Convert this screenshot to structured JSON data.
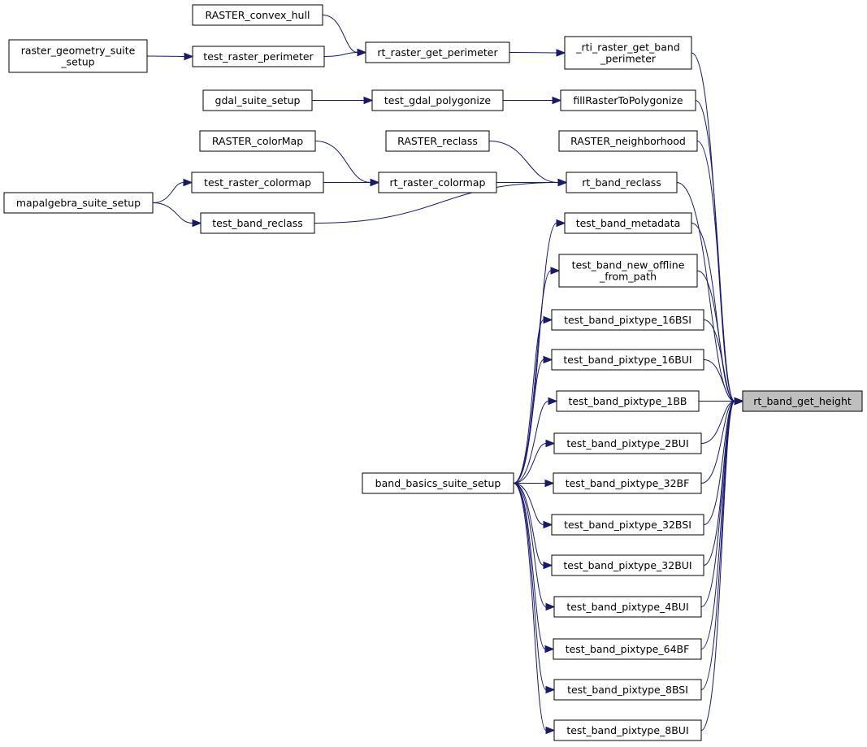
{
  "colors": {
    "edge": "#191970",
    "focus_fill": "#bfbfbf",
    "node_fill": "#ffffff",
    "node_stroke": "#000000"
  },
  "nodes": [
    {
      "id": "rt_band_get_height",
      "lines": [
        "rt_band_get_height"
      ]
    },
    {
      "id": "rti_raster_get_band_perimeter",
      "lines": [
        "_rti_raster_get_band",
        "_perimeter"
      ]
    },
    {
      "id": "fillRasterToPolygonize",
      "lines": [
        "fillRasterToPolygonize"
      ]
    },
    {
      "id": "RASTER_neighborhood",
      "lines": [
        "RASTER_neighborhood"
      ]
    },
    {
      "id": "rt_band_reclass",
      "lines": [
        "rt_band_reclass"
      ]
    },
    {
      "id": "test_band_metadata",
      "lines": [
        "test_band_metadata"
      ]
    },
    {
      "id": "test_band_new_offline_from_path",
      "lines": [
        "test_band_new_offline",
        "_from_path"
      ]
    },
    {
      "id": "test_band_pixtype_16BSI",
      "lines": [
        "test_band_pixtype_16BSI"
      ]
    },
    {
      "id": "test_band_pixtype_16BUI",
      "lines": [
        "test_band_pixtype_16BUI"
      ]
    },
    {
      "id": "test_band_pixtype_1BB",
      "lines": [
        "test_band_pixtype_1BB"
      ]
    },
    {
      "id": "test_band_pixtype_2BUI",
      "lines": [
        "test_band_pixtype_2BUI"
      ]
    },
    {
      "id": "test_band_pixtype_32BF",
      "lines": [
        "test_band_pixtype_32BF"
      ]
    },
    {
      "id": "test_band_pixtype_32BSI",
      "lines": [
        "test_band_pixtype_32BSI"
      ]
    },
    {
      "id": "test_band_pixtype_32BUI",
      "lines": [
        "test_band_pixtype_32BUI"
      ]
    },
    {
      "id": "test_band_pixtype_4BUI",
      "lines": [
        "test_band_pixtype_4BUI"
      ]
    },
    {
      "id": "test_band_pixtype_64BF",
      "lines": [
        "test_band_pixtype_64BF"
      ]
    },
    {
      "id": "test_band_pixtype_8BSI",
      "lines": [
        "test_band_pixtype_8BSI"
      ]
    },
    {
      "id": "test_band_pixtype_8BUI",
      "lines": [
        "test_band_pixtype_8BUI"
      ]
    },
    {
      "id": "rt_raster_get_perimeter",
      "lines": [
        "rt_raster_get_perimeter"
      ]
    },
    {
      "id": "test_gdal_polygonize",
      "lines": [
        "test_gdal_polygonize"
      ]
    },
    {
      "id": "RASTER_reclass",
      "lines": [
        "RASTER_reclass"
      ]
    },
    {
      "id": "rt_raster_colormap",
      "lines": [
        "rt_raster_colormap"
      ]
    },
    {
      "id": "test_band_reclass",
      "lines": [
        "test_band_reclass"
      ]
    },
    {
      "id": "band_basics_suite_setup",
      "lines": [
        "band_basics_suite_setup"
      ]
    },
    {
      "id": "RASTER_convex_hull",
      "lines": [
        "RASTER_convex_hull"
      ]
    },
    {
      "id": "test_raster_perimeter",
      "lines": [
        "test_raster_perimeter"
      ]
    },
    {
      "id": "gdal_suite_setup",
      "lines": [
        "gdal_suite_setup"
      ]
    },
    {
      "id": "RASTER_colorMap",
      "lines": [
        "RASTER_colorMap"
      ]
    },
    {
      "id": "test_raster_colormap",
      "lines": [
        "test_raster_colormap"
      ]
    },
    {
      "id": "raster_geometry_suite_setup",
      "lines": [
        "raster_geometry_suite",
        "_setup"
      ]
    },
    {
      "id": "mapalgebra_suite_setup",
      "lines": [
        "mapalgebra_suite_setup"
      ]
    }
  ],
  "edges": [
    [
      "rti_raster_get_band_perimeter",
      "rt_band_get_height"
    ],
    [
      "fillRasterToPolygonize",
      "rt_band_get_height"
    ],
    [
      "RASTER_neighborhood",
      "rt_band_get_height"
    ],
    [
      "rt_band_reclass",
      "rt_band_get_height"
    ],
    [
      "test_band_metadata",
      "rt_band_get_height"
    ],
    [
      "test_band_new_offline_from_path",
      "rt_band_get_height"
    ],
    [
      "test_band_pixtype_16BSI",
      "rt_band_get_height"
    ],
    [
      "test_band_pixtype_16BUI",
      "rt_band_get_height"
    ],
    [
      "test_band_pixtype_1BB",
      "rt_band_get_height"
    ],
    [
      "test_band_pixtype_2BUI",
      "rt_band_get_height"
    ],
    [
      "test_band_pixtype_32BF",
      "rt_band_get_height"
    ],
    [
      "test_band_pixtype_32BSI",
      "rt_band_get_height"
    ],
    [
      "test_band_pixtype_32BUI",
      "rt_band_get_height"
    ],
    [
      "test_band_pixtype_4BUI",
      "rt_band_get_height"
    ],
    [
      "test_band_pixtype_64BF",
      "rt_band_get_height"
    ],
    [
      "test_band_pixtype_8BSI",
      "rt_band_get_height"
    ],
    [
      "test_band_pixtype_8BUI",
      "rt_band_get_height"
    ],
    [
      "rt_raster_get_perimeter",
      "rti_raster_get_band_perimeter"
    ],
    [
      "test_gdal_polygonize",
      "fillRasterToPolygonize"
    ],
    [
      "RASTER_reclass",
      "rt_band_reclass"
    ],
    [
      "rt_raster_colormap",
      "rt_band_reclass"
    ],
    [
      "test_band_reclass",
      "rt_band_reclass"
    ],
    [
      "band_basics_suite_setup",
      "test_band_metadata"
    ],
    [
      "band_basics_suite_setup",
      "test_band_new_offline_from_path"
    ],
    [
      "band_basics_suite_setup",
      "test_band_pixtype_16BSI"
    ],
    [
      "band_basics_suite_setup",
      "test_band_pixtype_16BUI"
    ],
    [
      "band_basics_suite_setup",
      "test_band_pixtype_1BB"
    ],
    [
      "band_basics_suite_setup",
      "test_band_pixtype_2BUI"
    ],
    [
      "band_basics_suite_setup",
      "test_band_pixtype_32BF"
    ],
    [
      "band_basics_suite_setup",
      "test_band_pixtype_32BSI"
    ],
    [
      "band_basics_suite_setup",
      "test_band_pixtype_32BUI"
    ],
    [
      "band_basics_suite_setup",
      "test_band_pixtype_4BUI"
    ],
    [
      "band_basics_suite_setup",
      "test_band_pixtype_64BF"
    ],
    [
      "band_basics_suite_setup",
      "test_band_pixtype_8BSI"
    ],
    [
      "band_basics_suite_setup",
      "test_band_pixtype_8BUI"
    ],
    [
      "RASTER_convex_hull",
      "rt_raster_get_perimeter"
    ],
    [
      "test_raster_perimeter",
      "rt_raster_get_perimeter"
    ],
    [
      "gdal_suite_setup",
      "test_gdal_polygonize"
    ],
    [
      "RASTER_colorMap",
      "rt_raster_colormap"
    ],
    [
      "test_raster_colormap",
      "rt_raster_colormap"
    ],
    [
      "raster_geometry_suite_setup",
      "test_raster_perimeter"
    ],
    [
      "mapalgebra_suite_setup",
      "test_raster_colormap"
    ],
    [
      "mapalgebra_suite_setup",
      "test_band_reclass"
    ]
  ]
}
